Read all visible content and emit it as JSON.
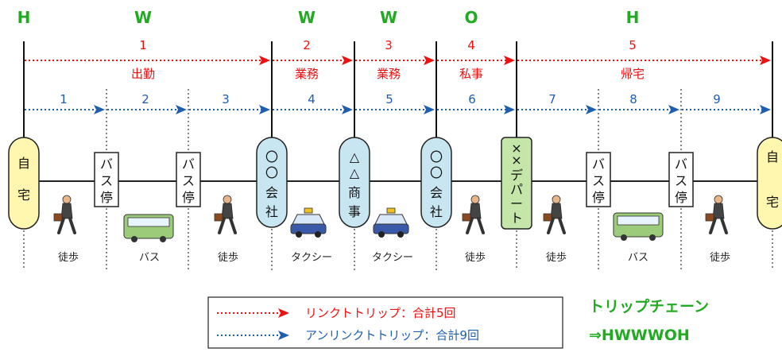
{
  "activity_labels": [
    "H",
    "W",
    "W",
    "W",
    "O",
    "H"
  ],
  "linked_trips": [
    {
      "number": "1",
      "purpose": "出勤"
    },
    {
      "number": "2",
      "purpose": "業務"
    },
    {
      "number": "3",
      "purpose": "業務"
    },
    {
      "number": "4",
      "purpose": "私事"
    },
    {
      "number": "5",
      "purpose": "帰宅"
    }
  ],
  "unlinked_trips": [
    "1",
    "2",
    "3",
    "4",
    "5",
    "6",
    "7",
    "8",
    "9"
  ],
  "nodes": [
    {
      "label": "自宅",
      "type": "home"
    },
    {
      "label": "バス停",
      "type": "stop"
    },
    {
      "label": "バス停",
      "type": "stop"
    },
    {
      "label": "〇〇会社",
      "type": "facility"
    },
    {
      "label": "△△商事",
      "type": "facility"
    },
    {
      "label": "〇〇会社",
      "type": "facility"
    },
    {
      "label": "××デパート",
      "type": "shop"
    },
    {
      "label": "バス停",
      "type": "stop"
    },
    {
      "label": "バス停",
      "type": "stop"
    },
    {
      "label": "自宅",
      "type": "home"
    }
  ],
  "modes": [
    "徒歩",
    "バス",
    "徒歩",
    "タクシー",
    "タクシー",
    "徒歩",
    "徒歩",
    "バス",
    "徒歩"
  ],
  "legend": {
    "linked": "リンクトトリップ：合計5回",
    "unlinked": "アンリンクトトリップ：合計9回"
  },
  "trip_chain": {
    "title": "トリップチェーン",
    "value": "⇒HWWWOH"
  },
  "colors": {
    "green": "#22aa22",
    "red": "#ee1111",
    "blue": "#1f5fb0",
    "home_fill": "#fff6b0",
    "facility_fill": "#c8e6f2",
    "shop_fill": "#c4e6a8"
  }
}
